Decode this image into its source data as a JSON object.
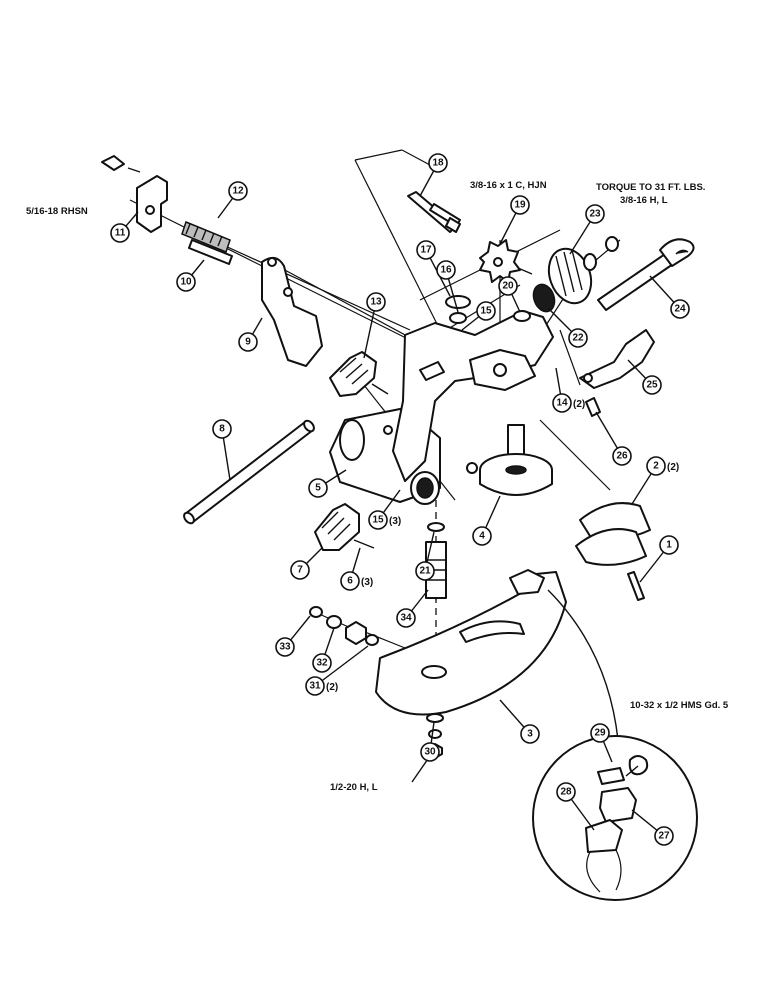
{
  "notes": {
    "rhsn": "5/16-18 RHSN",
    "bolt": "3/8-16 x 1 C, HJN",
    "torque_line1": "TORQUE TO 31 FT. LBS.",
    "torque_line2": "3/8-16 H, L",
    "hms": "10-32 x 1/2 HMS Gd. 5",
    "nut": "1/2-20 H, L"
  },
  "callouts": {
    "c1": "1",
    "c2": "2",
    "c3": "3",
    "c4": "4",
    "c5": "5",
    "c6": "6",
    "c7": "7",
    "c8": "8",
    "c9": "9",
    "c10": "10",
    "c11": "11",
    "c12": "12",
    "c13": "13",
    "c14": "14",
    "c15a": "15",
    "c15b": "15",
    "c16": "16",
    "c17": "17",
    "c18": "18",
    "c19": "19",
    "c20": "20",
    "c21": "21",
    "c22": "22",
    "c23": "23",
    "c24": "24",
    "c25": "25",
    "c26": "26",
    "c27": "27",
    "c28": "28",
    "c29": "29",
    "c30": "30",
    "c31": "31",
    "c32": "32",
    "c33": "33",
    "c34": "34"
  },
  "quantities": {
    "q2": "(2)",
    "q6": "(3)",
    "q14": "(2)",
    "q15": "(3)",
    "q31": "(2)"
  }
}
